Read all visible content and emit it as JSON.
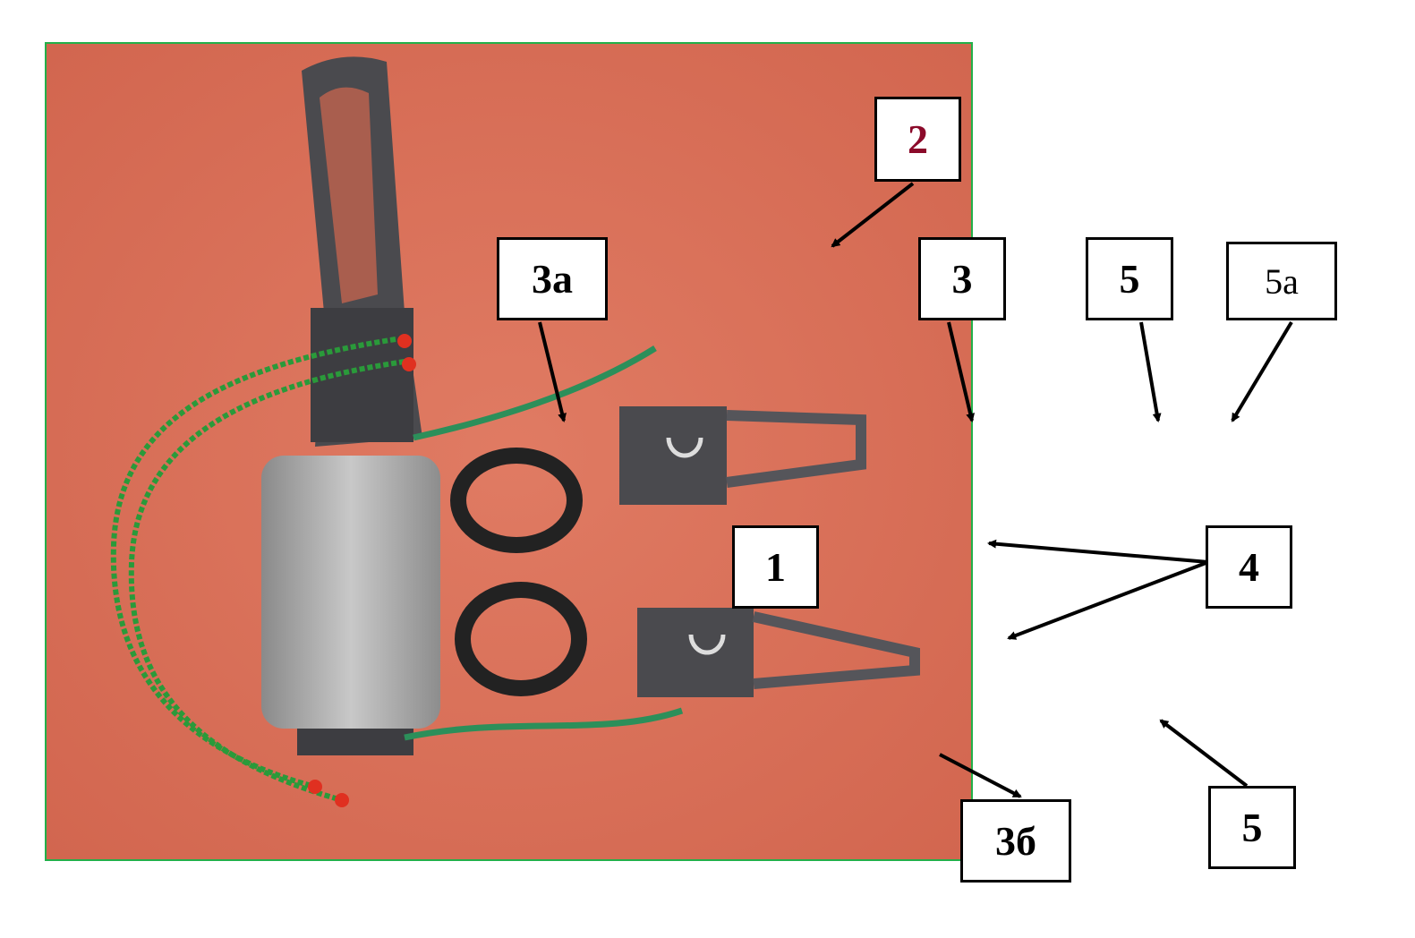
{
  "labels": {
    "l2": "2",
    "l3a": "3а",
    "l3": "3",
    "l5_top": "5",
    "l5a": "5а",
    "l1": "1",
    "l4": "4",
    "l3b": "3б",
    "l5_bottom": "5"
  },
  "colors": {
    "frame": "#22b04a",
    "track": "#d8705a",
    "label2": "#8b0a2a"
  }
}
